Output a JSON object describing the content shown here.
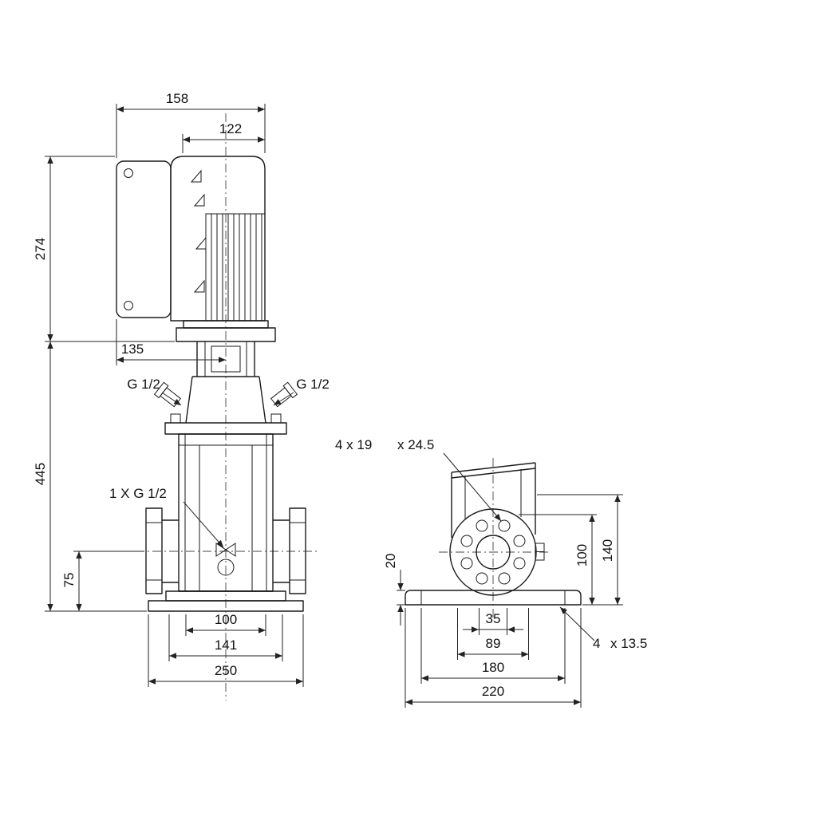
{
  "meta": {
    "background": "#ffffff",
    "line_color": "#1a1a1a"
  },
  "front_view": {
    "dims": {
      "total_width": "158",
      "motor_width": "122",
      "motor_height": "274",
      "head_offset": "135",
      "pump_height": "445",
      "port_height": "75",
      "flange_inner": "100",
      "flange_outer": "141",
      "base_width": "250"
    },
    "labels": {
      "port_left": "G 1/2",
      "port_right": "G 1/2",
      "drain": "1 X G 1/2"
    }
  },
  "side_view": {
    "dims": {
      "base_thickness": "20",
      "port_center_height": "100",
      "flange_top_height": "140",
      "hole_span": "35",
      "bolt_span": "89",
      "foot_span": "180",
      "base_length": "220"
    },
    "labels": {
      "flange_holes_count": "4 x 19",
      "flange_holes_depth": "x 24.5",
      "base_holes_count": "4",
      "base_holes_size": "x 13.5"
    }
  }
}
